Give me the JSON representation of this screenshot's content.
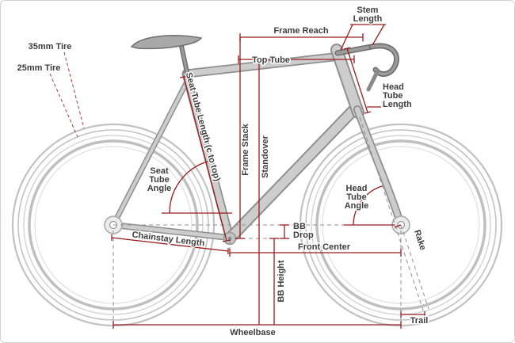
{
  "diagram": {
    "title": "Bicycle Frame Geometry Diagram",
    "colors": {
      "measure": "#9b1c1f",
      "label": "#3d3d3d",
      "tube-outline": "#8f8f8f",
      "tube-fill": "#cdcdcd",
      "dark-part": "#6e6e6e",
      "dark-part-fill": "#9c9c9c",
      "wheel": "#c2c2c2",
      "dash": "#909090",
      "background": "#ffffff"
    },
    "labels": {
      "tire35": "35mm Tire",
      "tire25": "25mm Tire",
      "stem_length": [
        "Stem",
        "Length"
      ],
      "frame_reach": "Frame Reach",
      "top_tube": "Top Tube",
      "seat_tube_length": "Seat Tube Length (c to top)",
      "frame_stack": "Frame Stack",
      "standover": "Standover",
      "head_tube_length": [
        "Head",
        "Tube",
        "Length"
      ],
      "seat_tube_angle": [
        "Seat",
        "Tube",
        "Angle"
      ],
      "head_tube_angle": [
        "Head",
        "Tube",
        "Angle"
      ],
      "bb_drop": [
        "BB",
        "Drop"
      ],
      "chainstay_length": "Chainstay Length",
      "front_center": "Front Center",
      "bb_height": "BB Height",
      "rake": "Rake",
      "wheelbase": "Wheelbase",
      "trail": "Trail"
    }
  }
}
